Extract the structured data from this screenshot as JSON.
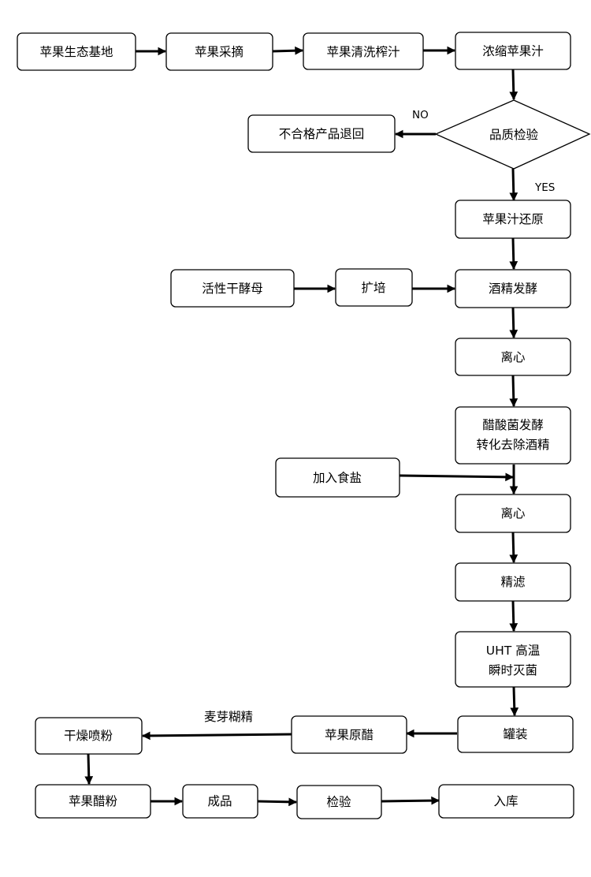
{
  "nodes": {
    "apple_base": "苹果生态基地",
    "apple_picking": "苹果采摘",
    "apple_wash_press": "苹果清洗榨汁",
    "concentrated_juice": "浓缩苹果汁",
    "quality_check": "品质检验",
    "reject_return": "不合格产品退回",
    "juice_reconstitution": "苹果汁还原",
    "active_dry_yeast": "活性干酵母",
    "expansion_culture": "扩培",
    "alcohol_fermentation": "酒精发酵",
    "centrifuge_1": "离心",
    "acetic_fermentation_line1": "醋酸菌发酵",
    "acetic_fermentation_line2": "转化去除酒精",
    "add_salt": "加入食盐",
    "centrifuge_2": "离心",
    "fine_filtration": "精滤",
    "uht_line1": "UHT 高温",
    "uht_line2": "瞬时灭菌",
    "canning": "罐装",
    "apple_vinegar": "苹果原醋",
    "spray_drying": "干燥喷粉",
    "apple_vinegar_powder": "苹果醋粉",
    "finished_product": "成品",
    "inspection": "检验",
    "warehousing": "入库"
  },
  "edge_labels": {
    "no": "NO",
    "yes": "YES",
    "maltodextrin": "麦芽糊精"
  }
}
